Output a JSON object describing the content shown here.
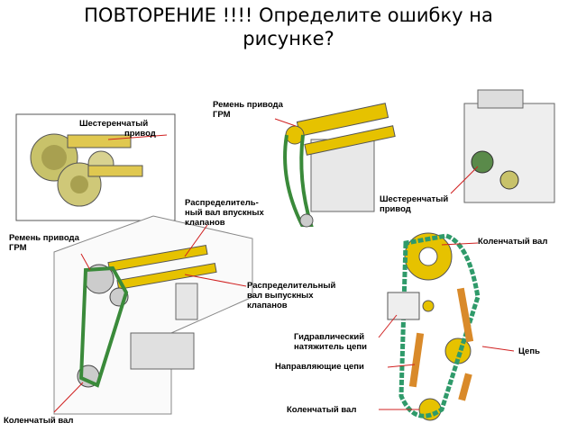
{
  "title_line1": "ПОВТОРЕНИЕ !!!! Определите ошибку на",
  "title_line2": "рисунке?",
  "labels": {
    "gear_drive_top": "Шестеренчатый",
    "gear_drive_top2": "привод",
    "belt_top": "Ремень привода",
    "belt_top2": "ГРМ",
    "gear_drive_right": "Шестеренчатый",
    "gear_drive_right2": "привод",
    "intake_cam1": "Распределитель-",
    "intake_cam2": "ный вал впускных",
    "intake_cam3": "клапанов",
    "belt_left": "Ремень привода",
    "belt_left2": "ГРМ",
    "exhaust_cam1": "Распределительный",
    "exhaust_cam2": "вал выпускных",
    "exhaust_cam3": "клапанов",
    "crankshaft_left": "Коленчатый вал",
    "crankshaft_right_top": "Коленчатый вал",
    "tensioner1": "Гидравлический",
    "tensioner2": "натяжитель цепи",
    "chain": "Цепь",
    "guides": "Направляющие цепи",
    "crankshaft_right_bottom": "Коленчатый вал"
  },
  "colors": {
    "belt_green": "#3a8a3a",
    "chain_green": "#2f9a6a",
    "gear_yellow": "#e6c200",
    "guide_orange": "#d98a2a",
    "leader_red": "#d02020"
  }
}
